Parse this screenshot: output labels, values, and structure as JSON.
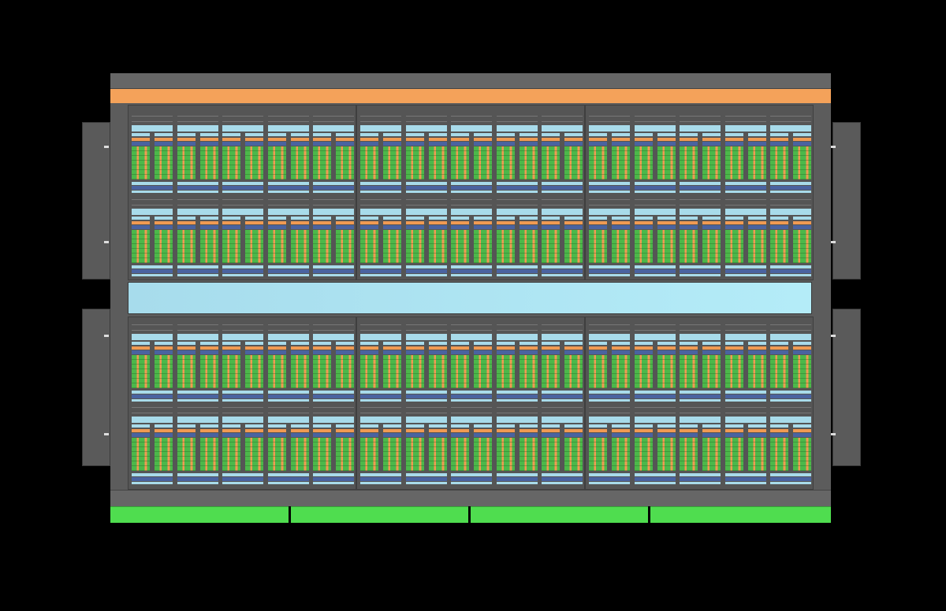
{
  "diagram": {
    "gpcs_per_half": 3,
    "sms_per_row": 5,
    "rows_per_gpc": 2,
    "memory_controllers": 4,
    "colors": {
      "background": "#000000",
      "die": "#5c5c5c",
      "top_io": "#f4a25a",
      "l2_cache": "#a8dbea",
      "memory": "#4fdd4f",
      "cuda_core": "#4cb84a",
      "tensor_core": "#f09a52",
      "register_file": "#4a63a0"
    }
  }
}
